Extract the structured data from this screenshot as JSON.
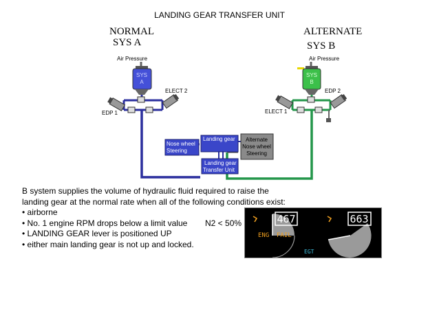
{
  "title": "LANDING GEAR TRANSFER UNIT",
  "normal": {
    "line1": "NORMAL",
    "line2": "SYS A"
  },
  "alternate": {
    "line1": "ALTERNATE",
    "line2": "SYS B"
  },
  "diagram": {
    "sys_a": {
      "air_pressure": "Air Pressure",
      "reservoir_line1": "SYS",
      "reservoir_line2": "A",
      "elect": "ELECT 2",
      "edp": "EDP 1"
    },
    "sys_b": {
      "air_pressure": "Air Pressure",
      "reservoir_line1": "SYS",
      "reservoir_line2": "B",
      "elect": "ELECT 1",
      "edp": "EDP 2"
    },
    "nose_wheel_line1": "Nose wheel",
    "nose_wheel_line2": "Steering",
    "landing_gear": "Landing gear",
    "transfer_unit_line1": "Landing gear",
    "transfer_unit_line2": "Transfer Unit",
    "alt_nose_line1": "Alternate",
    "alt_nose_line2": "Nose wheel",
    "alt_nose_line3": "Steering",
    "colors": {
      "sys_a": "#2b2f9e",
      "sys_b": "#23964a",
      "box": "#3a46c9",
      "alt_box": "#8a8a8a"
    }
  },
  "text": {
    "line1": "B system supplies the volume of hydraulic fluid required to raise the",
    "line2": "landing gear at the normal rate when all of the following conditions exist:",
    "bullet1": "• airborne",
    "bullet2": "• No. 1 engine RPM drops below a limit value",
    "n2": "N2 < 50%",
    "bullet3": "• LANDING GEAR lever is positioned UP",
    "bullet4": "• either main landing gear is not up and locked."
  },
  "egt": {
    "left_value": "467",
    "right_value": "663",
    "eng": "ENG",
    "fail": "FAIL",
    "label": "EGT"
  }
}
